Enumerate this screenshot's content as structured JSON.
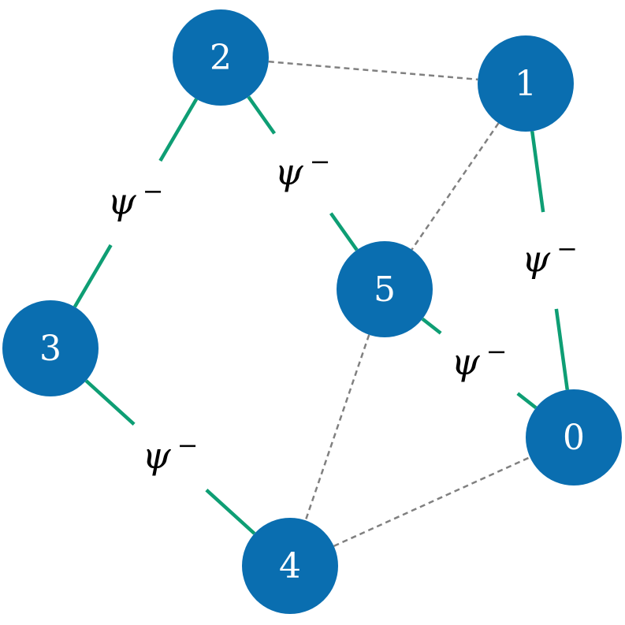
{
  "colors": {
    "node_fill": "#0a6eb0",
    "node_text": "#ffffff",
    "entangled_edge": "#0e9e74",
    "dashed_edge": "#808080"
  },
  "nodes": [
    {
      "id": "0",
      "label": "0"
    },
    {
      "id": "1",
      "label": "1"
    },
    {
      "id": "2",
      "label": "2"
    },
    {
      "id": "3",
      "label": "3"
    },
    {
      "id": "4",
      "label": "4"
    },
    {
      "id": "5",
      "label": "5"
    }
  ],
  "edges": [
    {
      "from": "2",
      "to": "1",
      "style": "dashed"
    },
    {
      "from": "1",
      "to": "5",
      "style": "dashed"
    },
    {
      "from": "5",
      "to": "4",
      "style": "dashed"
    },
    {
      "from": "4",
      "to": "0",
      "style": "dashed"
    },
    {
      "from": "2",
      "to": "3",
      "style": "solid",
      "label": "ψ",
      "label_sup": "−"
    },
    {
      "from": "2",
      "to": "5",
      "style": "solid",
      "label": "ψ",
      "label_sup": "−"
    },
    {
      "from": "1",
      "to": "0",
      "style": "solid",
      "label": "ψ",
      "label_sup": "−"
    },
    {
      "from": "5",
      "to": "0",
      "style": "solid",
      "label": "ψ",
      "label_sup": "−"
    },
    {
      "from": "3",
      "to": "4",
      "style": "solid",
      "label": "ψ",
      "label_sup": "−"
    }
  ]
}
